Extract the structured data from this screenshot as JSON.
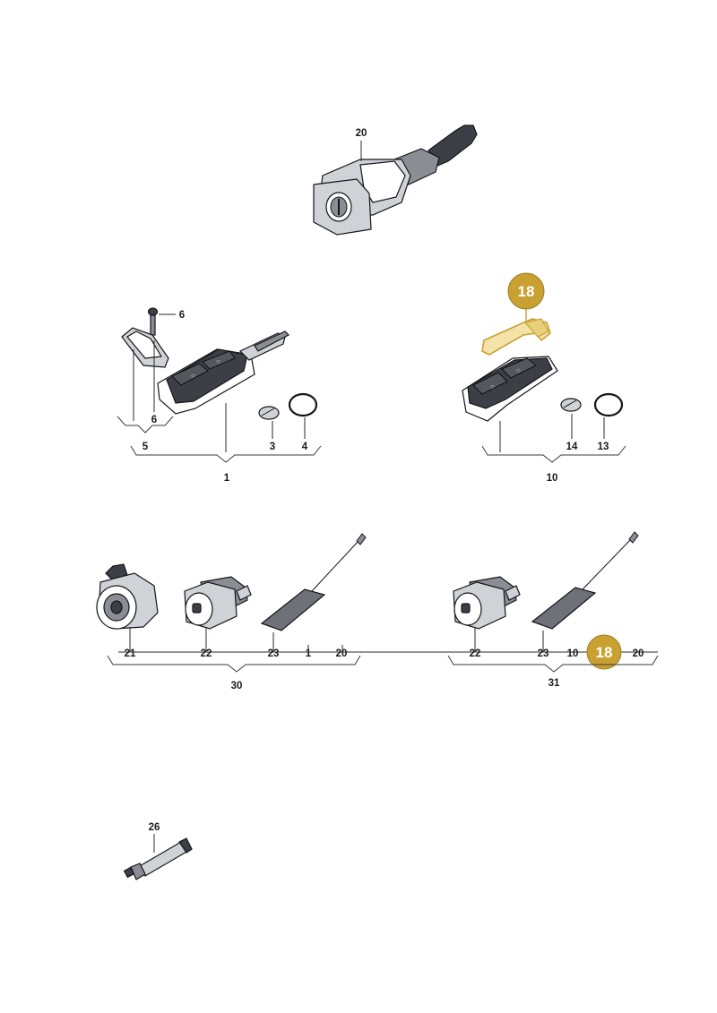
{
  "accent_color": "#c9a032",
  "highlight_part": "18",
  "parts": {
    "p20_top": "20",
    "p6_screw": "6",
    "p6_bracket": "6",
    "p5": "5",
    "p3": "3",
    "p4": "4",
    "p1": "1",
    "p18_key": "18",
    "p14": "14",
    "p13": "13",
    "p10": "10",
    "row1": {
      "p21": "21",
      "p22": "22",
      "p23": "23",
      "p1": "1",
      "p20": "20",
      "group": "30"
    },
    "row2": {
      "p22": "22",
      "p23": "23",
      "p10": "10",
      "p18": "18",
      "p20": "20",
      "group": "31"
    },
    "p26": "26"
  }
}
